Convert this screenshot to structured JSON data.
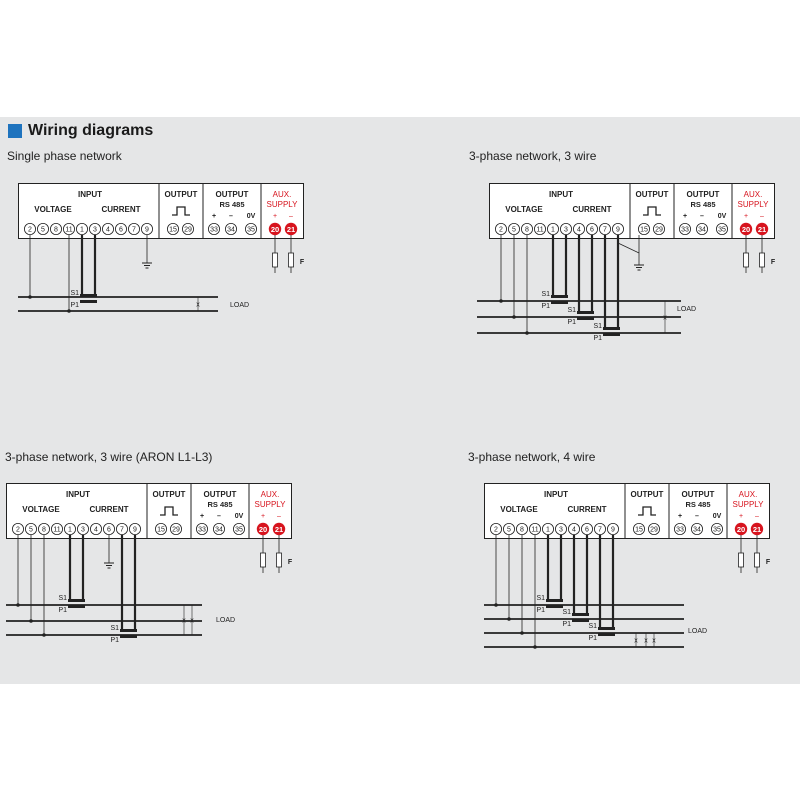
{
  "page": {
    "title": "Wiring diagrams"
  },
  "colors": {
    "accent": "#1e73be",
    "aux_red": "#d7141e",
    "background": "#e5e6e7",
    "wire": "#222222"
  },
  "headings": [
    "Single phase network",
    "3-phase network, 3 wire",
    "3-phase network, 3 wire (ARON L1-L3)",
    "3-phase network, 4 wire"
  ],
  "meter": {
    "input": "INPUT",
    "voltage": "VOLTAGE",
    "current": "CURRENT",
    "output": "OUTPUT",
    "output_rs485": "OUTPUT",
    "rs485": "RS 485",
    "rs485_polarity": [
      "+",
      "–",
      "0V"
    ],
    "aux": "AUX.",
    "supply": "SUPPLY",
    "aux_polarity": [
      "+",
      "–"
    ],
    "voltage_terminals": [
      "2",
      "5",
      "8",
      "11"
    ],
    "current_terminals": [
      "1",
      "3",
      "4",
      "6",
      "7",
      "9"
    ],
    "output_terminals": [
      "15",
      "29"
    ],
    "rs485_terminals": [
      "33",
      "34",
      "35"
    ],
    "aux_terminals": [
      "20",
      "21"
    ],
    "fuse_label": "F",
    "load_label": "LOAD",
    "ct_primary": "P1",
    "ct_secondary": "S1",
    "break_mark": "x"
  }
}
